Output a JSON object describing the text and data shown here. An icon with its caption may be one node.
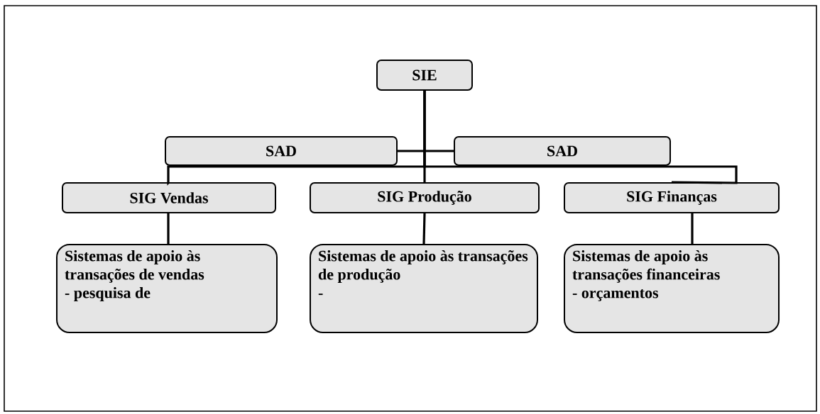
{
  "diagram": {
    "nodes": [
      {
        "text": [
          "SIE"
        ]
      },
      {
        "text": [
          "SAD"
        ]
      },
      {
        "text": [
          "SAD"
        ]
      },
      {
        "text": [
          "SIG Vendas"
        ]
      },
      {
        "text": [
          "SIG Produção"
        ]
      },
      {
        "text": [
          "SIG Finanças"
        ]
      },
      {
        "text": [
          "Sistemas de apoio às transações de vendas",
          "- pesquisa de"
        ]
      },
      {
        "text": [
          "Sistemas de apoio às transações de produção",
          "-"
        ]
      },
      {
        "text": [
          "Sistemas de apoio às transações financeiras",
          "- orçamentos"
        ]
      }
    ],
    "edges": [
      {
        "from": 0,
        "to": 3,
        "arrow": "none"
      },
      {
        "from": 0,
        "to": 4,
        "arrow": "none"
      },
      {
        "from": 0,
        "to": 5,
        "arrow": "none"
      },
      {
        "from": 1,
        "to": 2,
        "arrow": "none"
      },
      {
        "from": 3,
        "to": 6,
        "arrow": "none"
      },
      {
        "from": 4,
        "to": 7,
        "arrow": "none"
      },
      {
        "from": 5,
        "to": 8,
        "arrow": "none"
      }
    ]
  }
}
